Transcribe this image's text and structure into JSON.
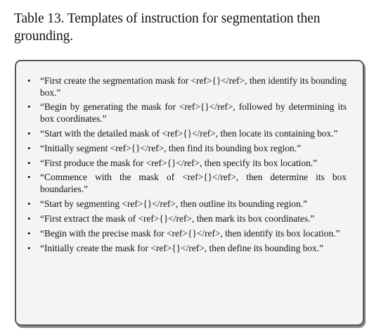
{
  "caption": "Table 13. Templates of instruction for segmentation then grounding.",
  "bullet_symbol": "•",
  "templates": [
    "“First create the segmentation mask for <ref>{}</ref>, then identify its bounding box.”",
    "“Begin by generating the mask for <ref>{}</ref>, followed by determining its box coordinates.”",
    "“Start with the detailed mask of <ref>{}</ref>, then locate its containing box.”",
    "“Initially segment <ref>{}</ref>, then find its bounding box region.”",
    "“First produce the mask for <ref>{}</ref>, then specify its box location.”",
    "“Commence with the mask of <ref>{}</ref>, then determine its box boundaries.”",
    "“Start by segmenting <ref>{}</ref>, then outline its bounding region.”",
    "“First extract the mask of <ref>{}</ref>, then mark its box coordinates.”",
    "“Begin with the precise mask for <ref>{}</ref>, then identify its box location.”",
    "“Initially create the mask for <ref>{}</ref>, then define its bounding box.”"
  ]
}
